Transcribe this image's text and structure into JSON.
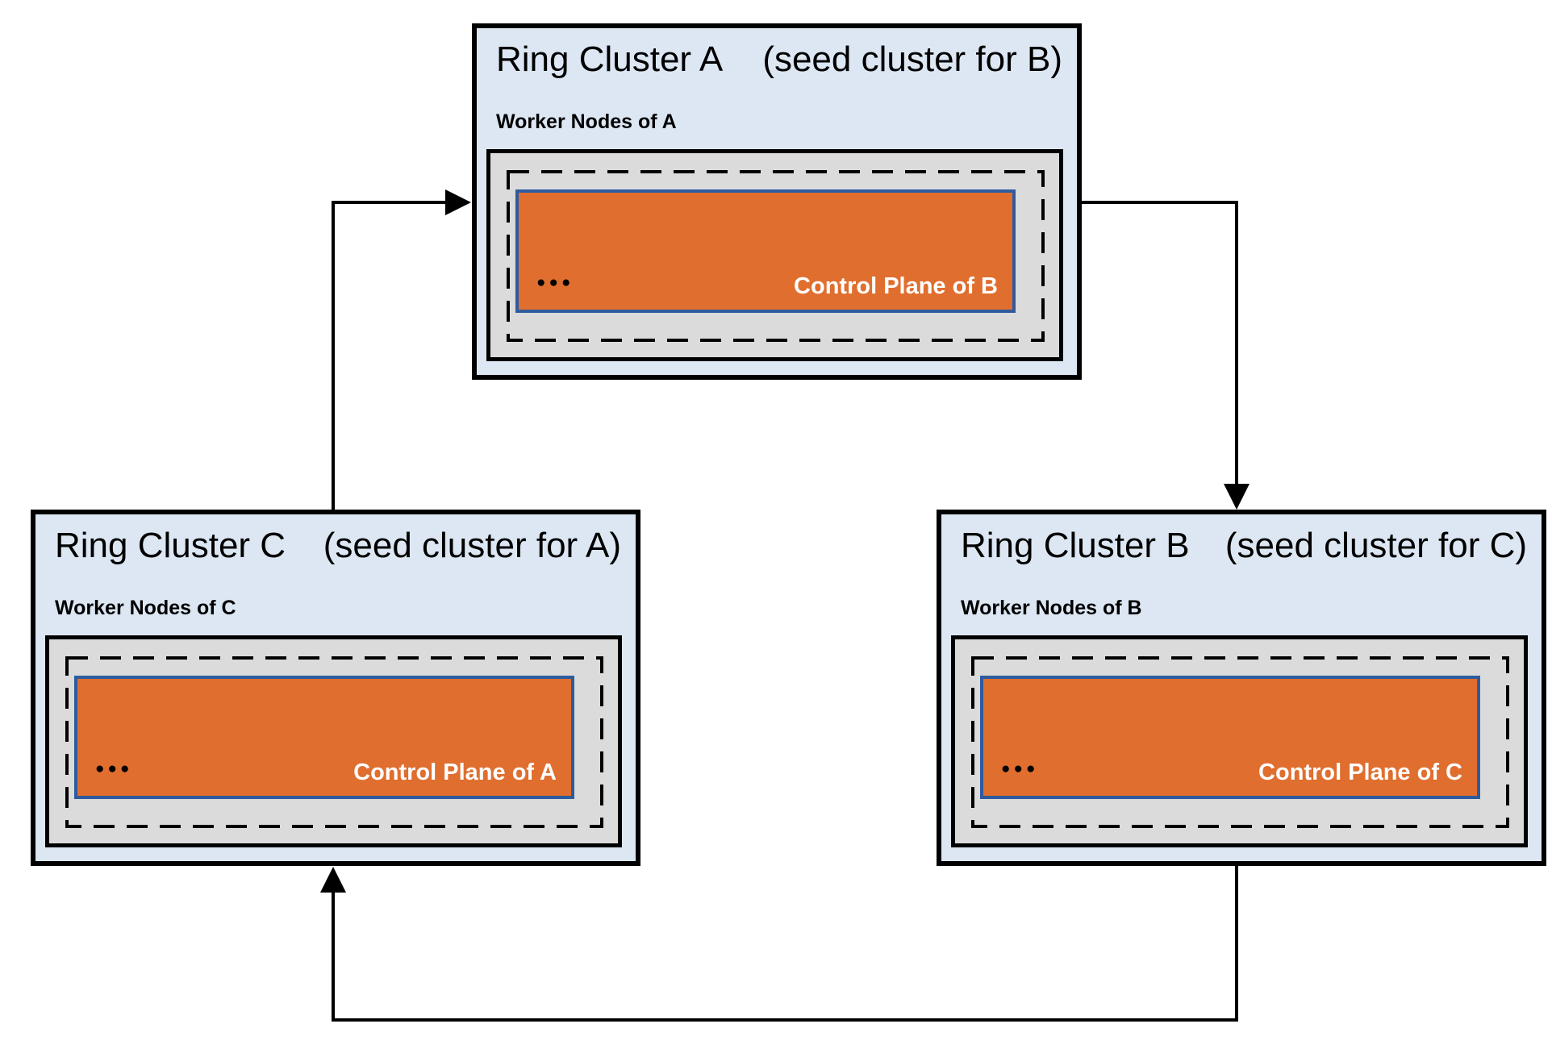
{
  "clusters": [
    {
      "id": "A",
      "name": "Ring Cluster A",
      "seed_note": "(seed cluster for B)",
      "worker_label": "Worker Nodes of A",
      "control_plane_label": "Control Plane of B",
      "ellipsis": "●●●"
    },
    {
      "id": "C",
      "name": "Ring Cluster C",
      "seed_note": "(seed cluster for A)",
      "worker_label": "Worker Nodes of C",
      "control_plane_label": "Control Plane of A",
      "ellipsis": "●●●"
    },
    {
      "id": "B",
      "name": "Ring Cluster B",
      "seed_note": "(seed cluster for C)",
      "worker_label": "Worker Nodes of B",
      "control_plane_label": "Control Plane of C",
      "ellipsis": "●●●"
    }
  ],
  "arrows": [
    {
      "from": "Ring Cluster C",
      "to": "Ring Cluster A"
    },
    {
      "from": "Ring Cluster A",
      "to": "Ring Cluster B"
    },
    {
      "from": "Ring Cluster B",
      "to": "Ring Cluster C"
    }
  ],
  "colors": {
    "cluster_fill": "#dce7f3",
    "cluster_border": "#000000",
    "node_area_fill": "#dbdbdb",
    "control_plane_fill": "#e06e2e",
    "control_plane_border": "#2e5b9e",
    "control_plane_text": "#ffffff",
    "line_color": "#000000"
  }
}
